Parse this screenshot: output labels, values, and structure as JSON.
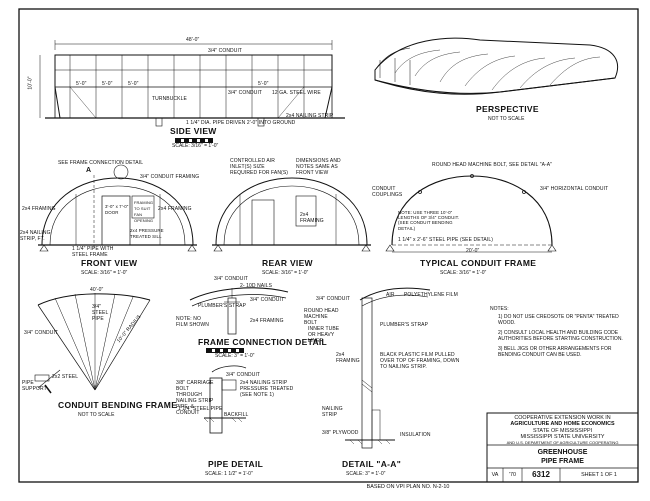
{
  "views": {
    "side": {
      "title": "SIDE VIEW",
      "scale": "SCALE: 3/16\" = 1'-0\""
    },
    "perspective": {
      "title": "PERSPECTIVE",
      "scale": "NOT TO SCALE"
    },
    "front": {
      "title": "FRONT VIEW",
      "scale": "SCALE: 3/16\" = 1'-0\""
    },
    "rear": {
      "title": "REAR VIEW",
      "scale": "SCALE: 3/16\" = 1'-0\""
    },
    "typical": {
      "title": "TYPICAL CONDUIT FRAME",
      "scale": "SCALE: 3/16\" = 1'-0\""
    },
    "connection": {
      "title": "FRAME CONNECTION DETAIL",
      "scale": "SCALE: 3\" = 1'-0\""
    },
    "bending": {
      "title": "CONDUIT BENDING FRAME",
      "scale": "NOT TO SCALE"
    },
    "pipe": {
      "title": "PIPE DETAIL",
      "scale": "SCALE: 1 1/2\" = 1'-0\""
    },
    "detailA": {
      "title": "DETAIL \"A-A\"",
      "scale": "SCALE: 3\" = 1'-0\""
    }
  },
  "side_labels": {
    "overall": "48'-0\"",
    "conduit_top": "3/4\" CONDUIT",
    "spacing": "5'-0\"",
    "height": "10'-0\"",
    "conduit_mid": "3/4\" CONDUIT",
    "wire": "12 GA. STEEL WIRE",
    "turnbuckle": "TURNBUCKLE",
    "nailing": "2x4 NAILING STRIP",
    "pipe": "1 1/4\" DIA. PIPE DRIVEN 2'-0\" INTO GROUND"
  },
  "front_labels": {
    "see_detail": "SEE FRAME CONNECTION DETAIL",
    "conduit": "3/4\" CONDUIT FRAMING",
    "framing_l": "2x4 FRAMING",
    "framing_r": "2x4 FRAMING",
    "opening": "FRAMING TO SUIT FAN OPENING",
    "door": "3'-0\" x 7'-0\" DOOR",
    "sill": "2x4 PRESSURE TREATED SILL",
    "nail_strip": "2x4 NAILING STRIP, FT.",
    "pipe": "1 1/4\" PIPE WITH STEEL FRAME",
    "a_mark": "A"
  },
  "rear_labels": {
    "inlet": "CONTROLLED AIR INLET(S) SIZE REQUIRED FOR FAN(S)",
    "dims": "DIMENSIONS AND NOTES SAME AS FRONT VIEW",
    "framing": "2x4 FRAMING"
  },
  "typical_labels": {
    "bolt": "ROUND HEAD MACHINE BOLT, SEE DETAIL \"A-A\"",
    "horizontal": "3/4\" HORIZONTAL CONDUIT",
    "couplings": "CONDUIT COUPLINGS",
    "note": "NOTE: USE THREE 10'-0\" LENGTHS OF 3/4\" CONDUIT. (SEE CONDUIT BENDING DETAIL)",
    "pipe": "1 1/4\" x 2'-6\" STEEL PIPE (SEE DETAIL)",
    "span": "20'-0\""
  },
  "connection_labels": {
    "conduit_top": "3/4\" CONDUIT",
    "nails": "2- 10D NAILS",
    "strap": "PLUMBER'S STRAP",
    "conduit": "3/4\" CONDUIT",
    "note": "NOTE: NO FILM SHOWN",
    "framing": "2x4 FRAMING"
  },
  "bending_labels": {
    "width": "40'-0\"",
    "conduit": "3/4\" CONDUIT",
    "steel": "3/4\" STEEL PIPE",
    "radius": "10'-0\" RADIUS",
    "support": "PIPE SUPPORT",
    "steel2": "2x2 STEEL"
  },
  "pipe_labels": {
    "conduit": "3/4\" CONDUIT",
    "bolt": "3/8\" CARRIAGE BOLT THROUGH NAILING STRIP PIPE, & CONDUIT",
    "strip": "2x4 NAILING STRIP PRESSURE TREATED (SEE NOTE 1)",
    "pipe": "1 1/4\" STEEL PIPE",
    "backfill": "BACKFILL"
  },
  "detail_labels": {
    "conduit": "3/4\" CONDUIT",
    "air": "AIR",
    "film": "POLYETHYLENE FILM",
    "bolt": "ROUND HEAD MACHINE BOLT",
    "strap": "PLUMBER'S STRAP",
    "tube": "INNER TUBE OR HEAVY LINER",
    "black_film": "BLACK PLASTIC FILM PULLED OVER TOP OF FRAMING, DOWN TO NAILING STRIP.",
    "framing": "2x4 FRAMING",
    "nailing": "NAILING STRIP",
    "plywood": "3/8\" PLYWOOD",
    "insulation": "INSULATION"
  },
  "notes": {
    "heading": "NOTES:",
    "items": [
      "1) DO NOT USE CREOSOTE OR \"PENTA\" TREATED WOOD.",
      "2) CONSULT LOCAL HEALTH AND BUILDING CODE AUTHORITIES BEFORE STARTING CONSTRUCTION.",
      "3) BELL JIGS OR OTHER ARRANGEMENTS FOR BENDING CONDUIT CAN BE USED."
    ]
  },
  "title_block": {
    "line1": "COOPERATIVE EXTENSION WORK IN",
    "line2": "AGRICULTURE AND HOME ECONOMICS",
    "line3": "STATE OF MISSISSIPPI",
    "line4": "MISSISSIPPI STATE UNIVERSITY",
    "line5": "AND U.S. DEPARTMENT OF AGRICULTURE COOPERATING",
    "project": "GREENHOUSE",
    "subject": "PIPE FRAME",
    "state": "VA",
    "year": "'70",
    "plan_no": "6312",
    "sheet": "SHEET 1 OF 1",
    "based_on": "BASED ON VPI PLAN NO. N-2-10"
  }
}
